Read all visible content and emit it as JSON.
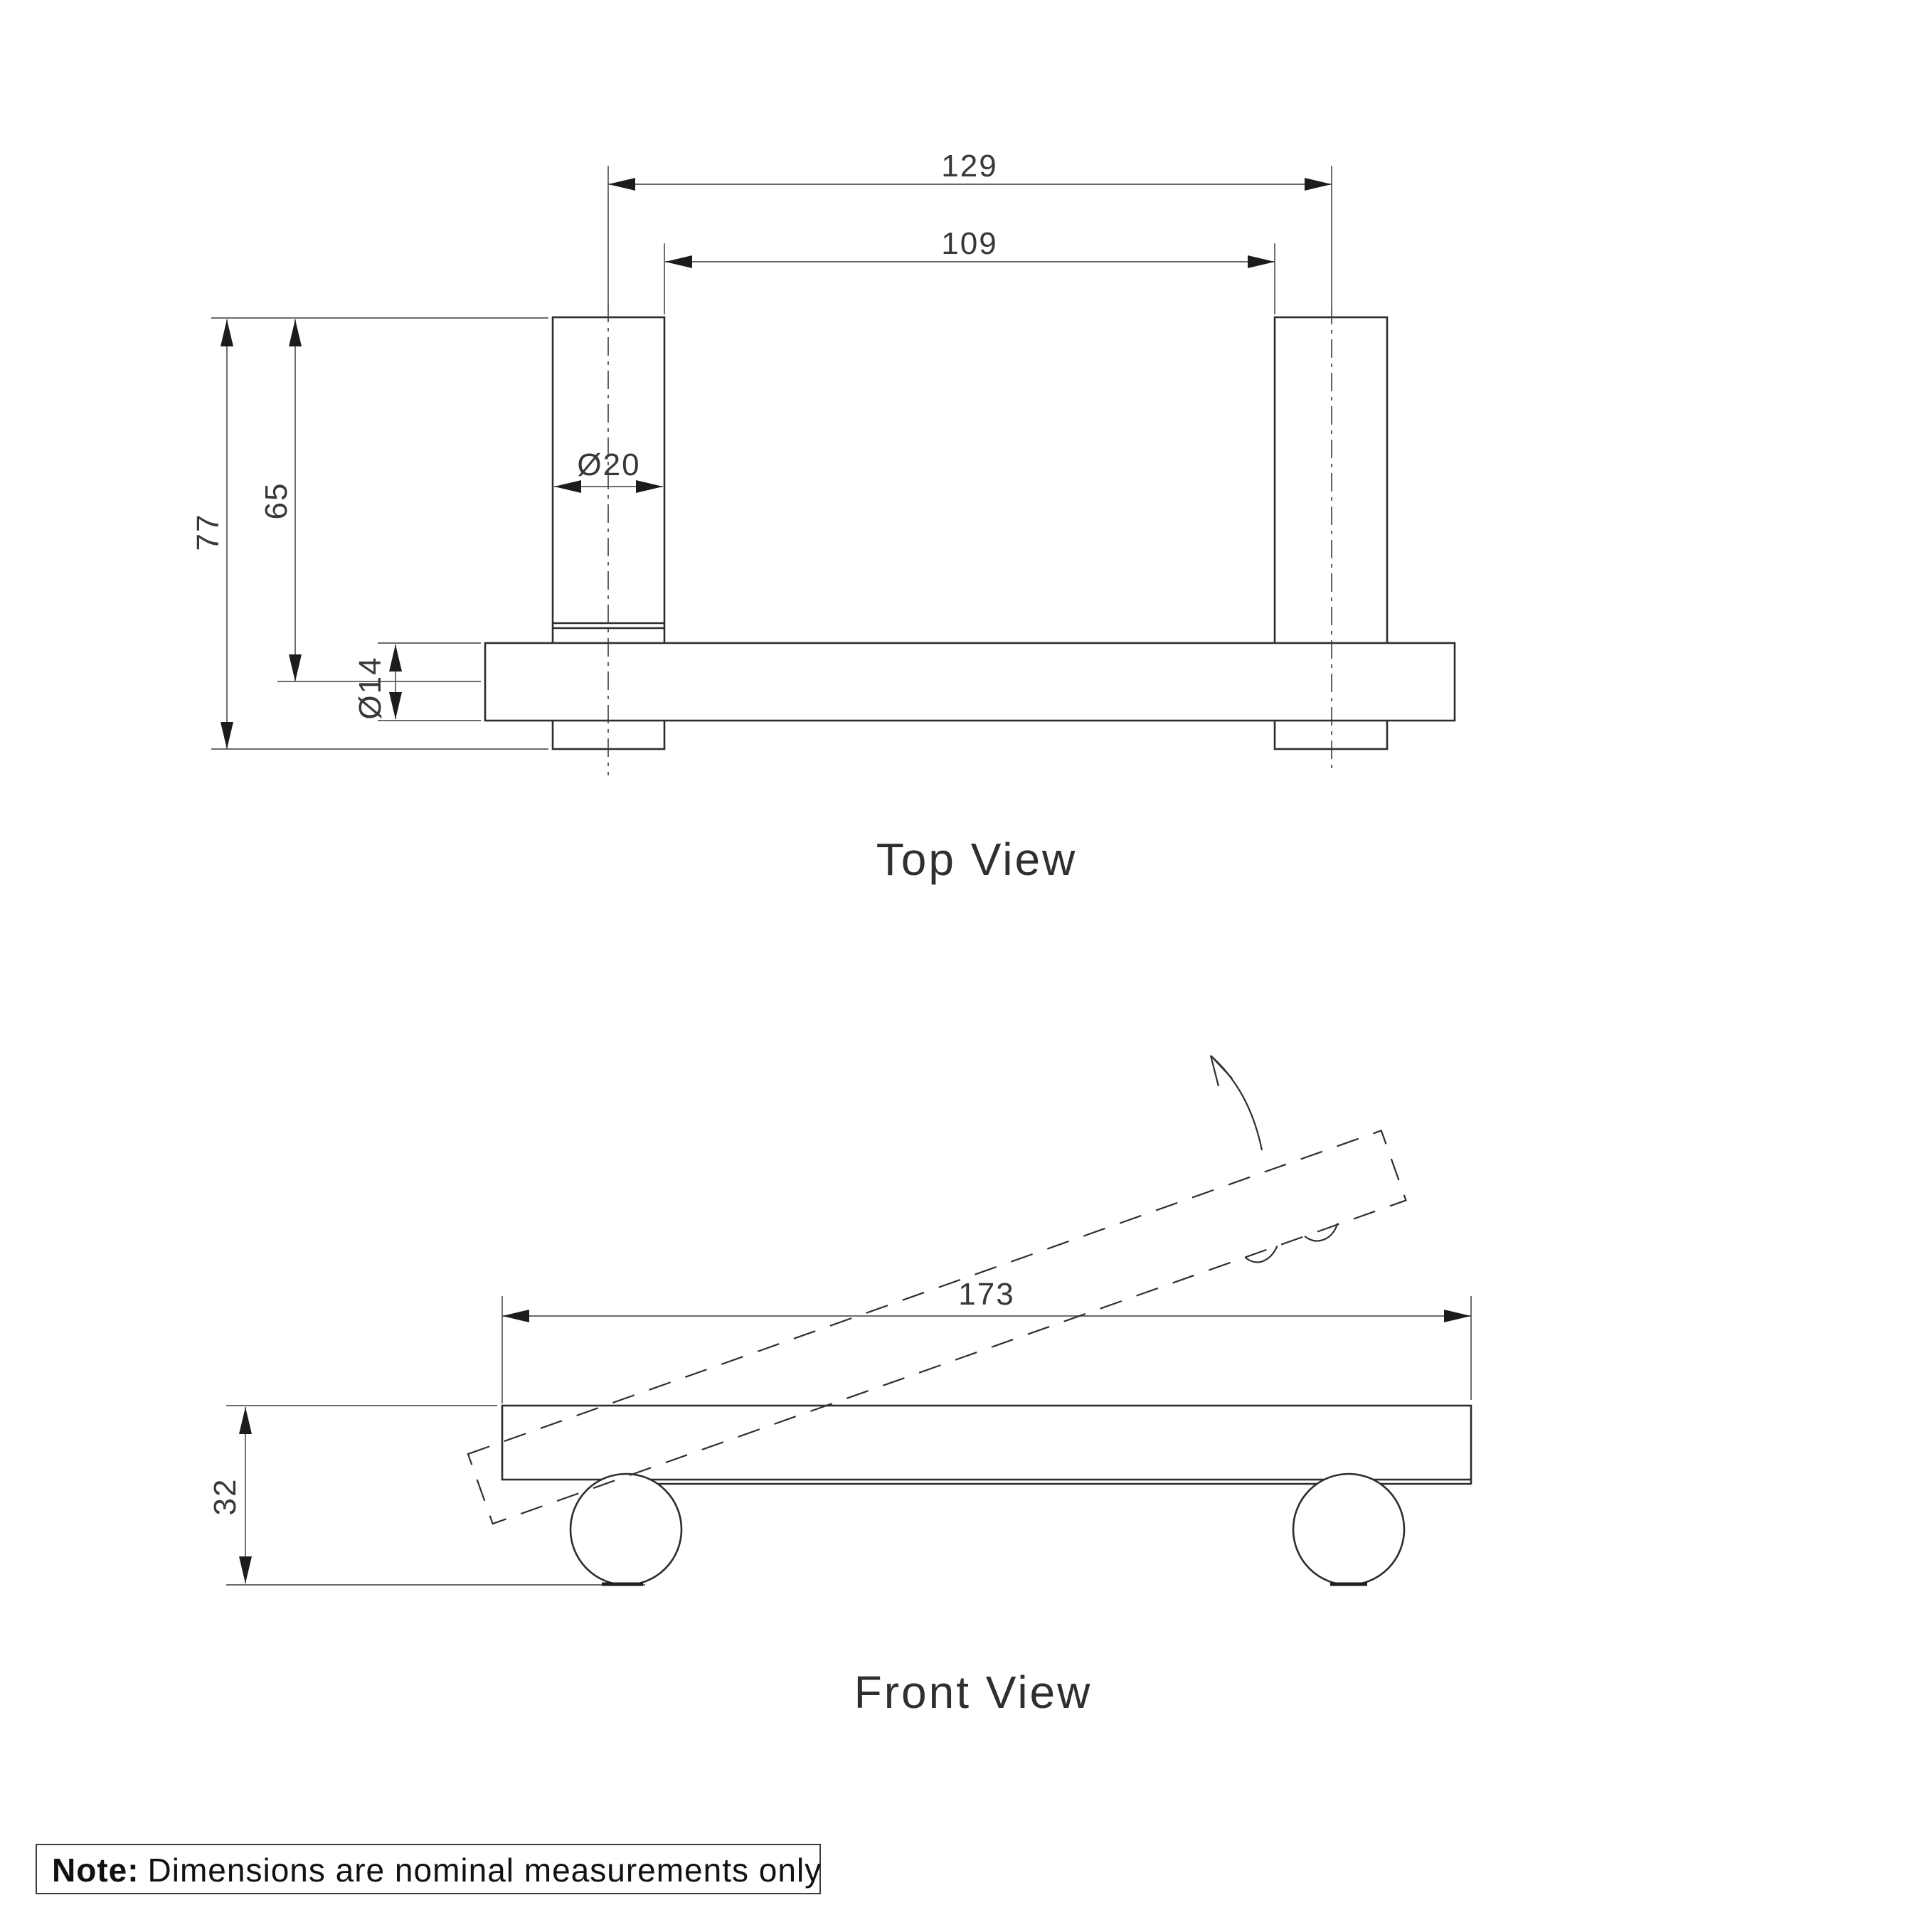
{
  "colors": {
    "background": "#ffffff",
    "object_line": "#2d2d2d",
    "dimension_line": "#565656",
    "text": "#383838"
  },
  "top_view": {
    "title": "Top View",
    "dim_center_to_center": "129",
    "dim_inner_span": "109",
    "dim_overall_depth": "77",
    "dim_top_to_rail_center": "65",
    "dim_post_diameter": "Ø20",
    "dim_rail_diameter": "Ø14"
  },
  "front_view": {
    "title": "Front View",
    "dim_overall_length": "173",
    "dim_overall_height": "32"
  },
  "note": {
    "label": "Note:",
    "text": "Dimensions are nominal measurements only"
  }
}
